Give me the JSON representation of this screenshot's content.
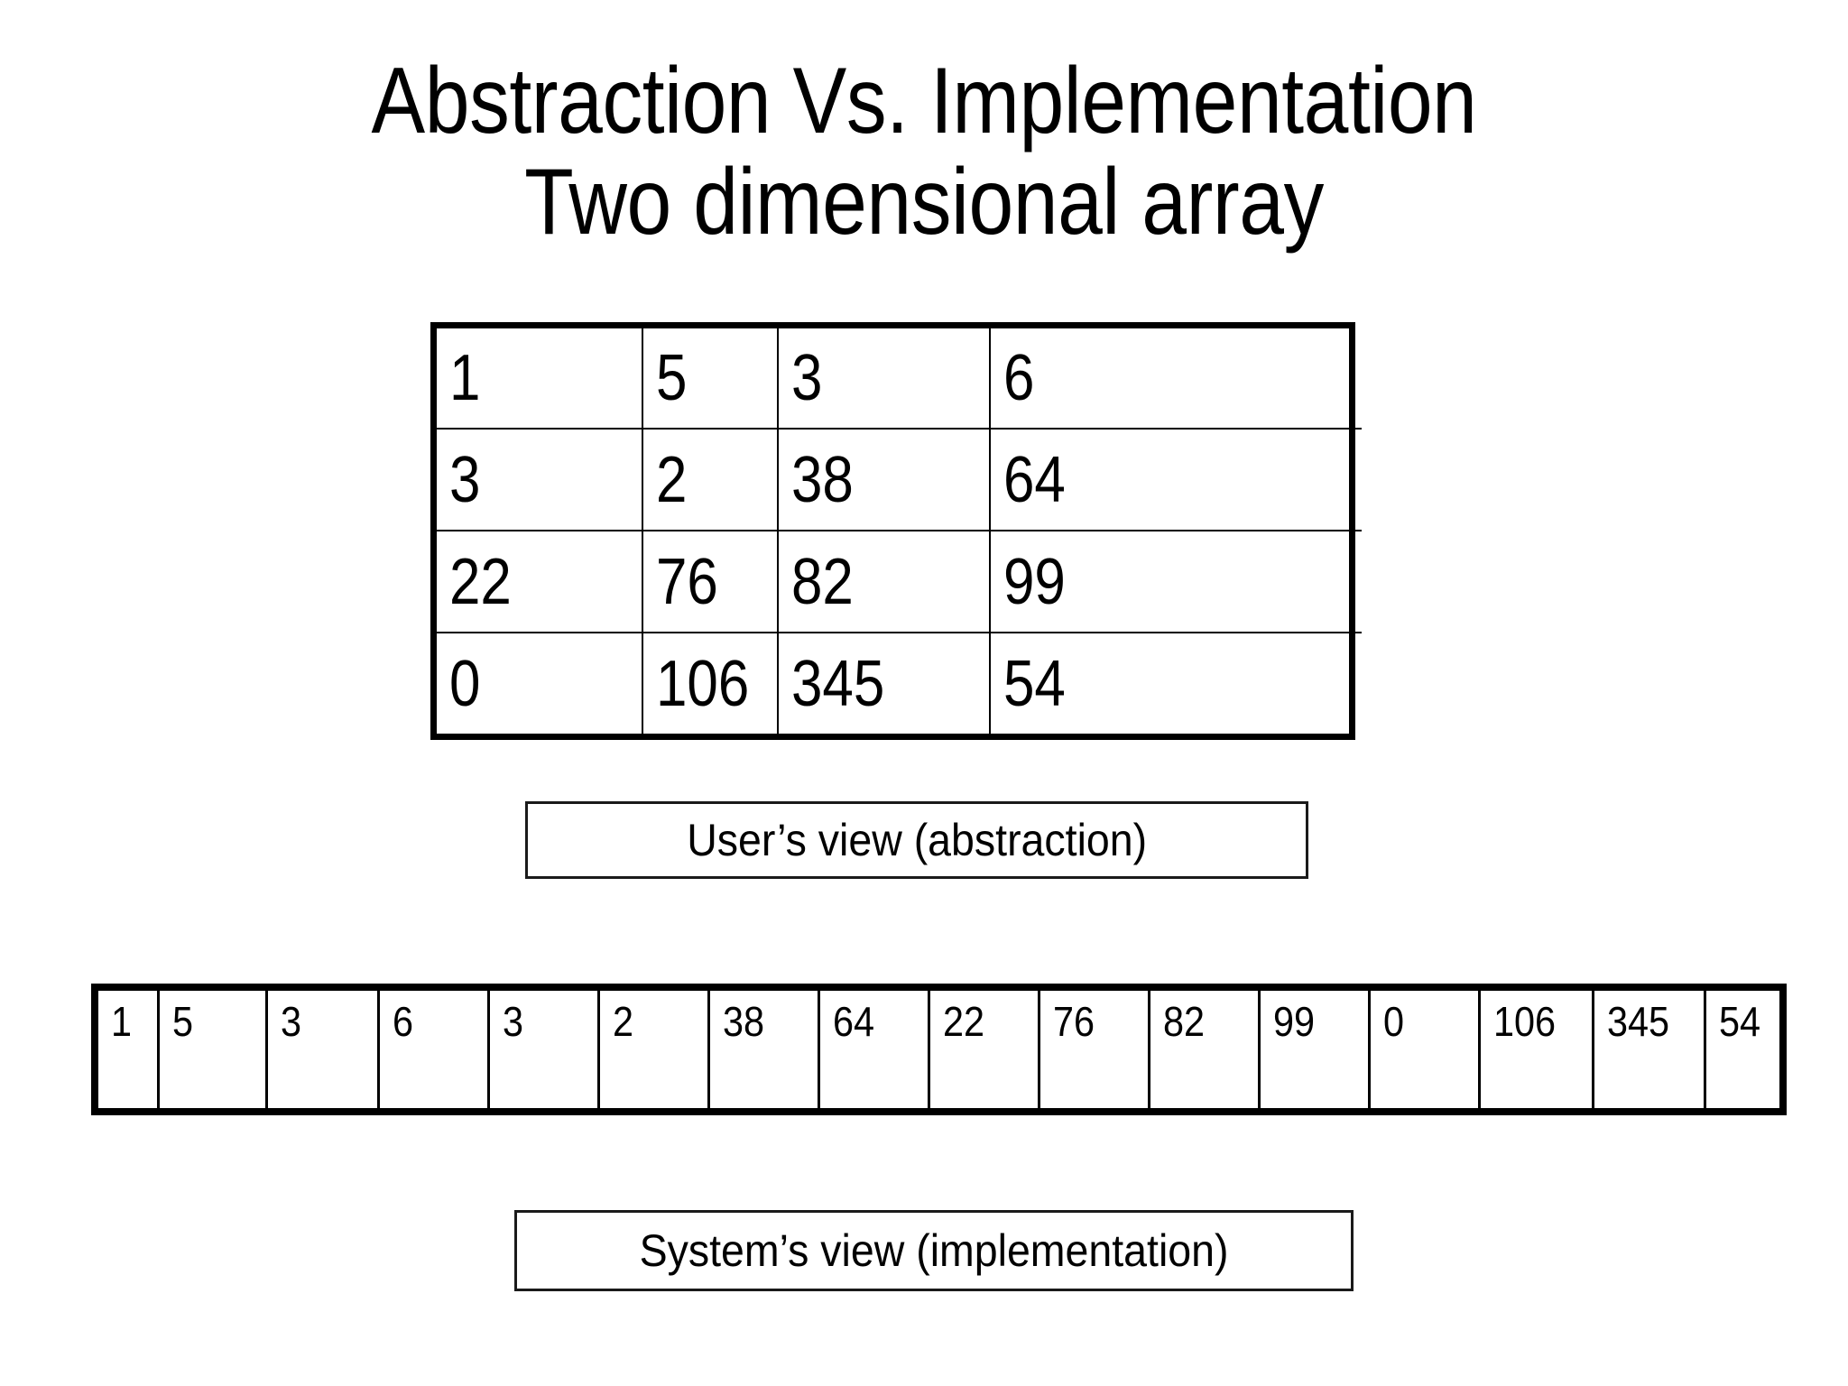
{
  "slide": {
    "background_color": "#ffffff",
    "text_color": "#000000",
    "title_line1": "Abstraction Vs. Implementation",
    "title_line2": "Two dimensional array"
  },
  "matrix": {
    "rows": [
      [
        "1",
        "5",
        "3",
        "6"
      ],
      [
        "3",
        "2",
        "38",
        "64"
      ],
      [
        "22",
        "76",
        "82",
        "99"
      ],
      [
        "0",
        "106",
        "345",
        "54"
      ]
    ]
  },
  "captions": {
    "users_view": "User’s view (abstraction)",
    "systems_view": "System’s view (implementation)"
  },
  "linear_array": {
    "cells": [
      {
        "value": "1",
        "width": 68
      },
      {
        "value": "5",
        "width": 120
      },
      {
        "value": "3",
        "width": 124
      },
      {
        "value": "6",
        "width": 122
      },
      {
        "value": "3",
        "width": 122
      },
      {
        "value": "2",
        "width": 122
      },
      {
        "value": "38",
        "width": 122
      },
      {
        "value": "64",
        "width": 122
      },
      {
        "value": "22",
        "width": 122
      },
      {
        "value": "76",
        "width": 122
      },
      {
        "value": "82",
        "width": 122
      },
      {
        "value": "99",
        "width": 122
      },
      {
        "value": "0",
        "width": 122
      },
      {
        "value": "106",
        "width": 126
      },
      {
        "value": "345",
        "width": 124
      },
      {
        "value": "54",
        "width": 69
      }
    ]
  }
}
